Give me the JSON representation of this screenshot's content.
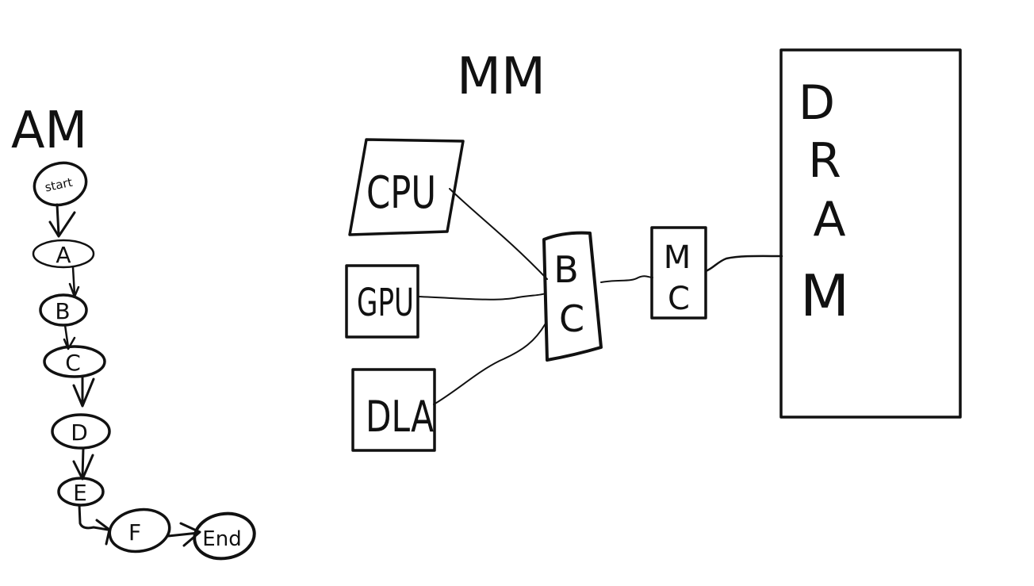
{
  "ink_color": "#111111",
  "background": "#ffffff",
  "am": {
    "title": "AM",
    "nodes": {
      "start": "start",
      "a": "A",
      "b": "B",
      "c": "C",
      "d": "D",
      "e": "E",
      "f": "F",
      "end": "End"
    }
  },
  "mm": {
    "title": "MM",
    "cpu": "CPU",
    "gpu": "GPU",
    "dla": "DLA",
    "bc": [
      "B",
      "C"
    ],
    "mc": [
      "M",
      "C"
    ],
    "dram": [
      "D",
      "R",
      "A",
      "M"
    ]
  }
}
